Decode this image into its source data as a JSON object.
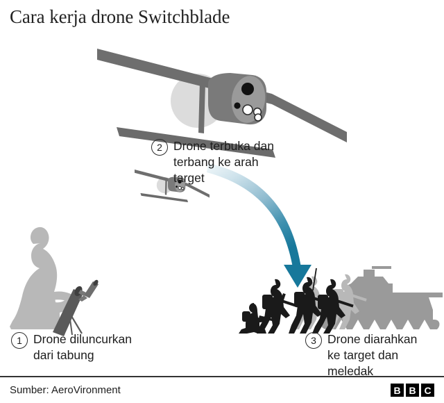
{
  "title": "Cara kerja drone Switchblade",
  "steps": [
    {
      "number": "1",
      "text": "Drone diluncurkan\ndari tabung",
      "name": "launch"
    },
    {
      "number": "2",
      "text": "Drone terbuka dan\nterbang ke arah\ntarget",
      "name": "deploy"
    },
    {
      "number": "3",
      "text": "Drone diarahkan\nke target dan\nmeledak",
      "name": "strike"
    }
  ],
  "footer": {
    "source": "Sumber: AeroVironment",
    "logo": [
      "B",
      "B",
      "C"
    ]
  },
  "colors": {
    "background": "#ffffff",
    "title_text": "#222222",
    "body_text": "#1d1d1d",
    "drone_body": "#6e6e6e",
    "drone_wing": "#686868",
    "drone_nose": "#8a8a8a",
    "propeller_disc": "#dcdcdc",
    "soldier_light": "#b8b8b8",
    "soldier_dark": "#1a1a1a",
    "tank_gray": "#9a9a9a",
    "tube_dark": "#5a5a5a",
    "arrow_teal": "#17789b",
    "arrow_pale": "#eaf3f7",
    "footer_rule": "#333333",
    "logo_box": "#000000"
  },
  "scene": {
    "drone_large_label": "switchblade-drone-wings-deployed",
    "drone_small_label": "switchblade-drone-small",
    "launcher_label": "soldier-with-launch-tube",
    "projectile_label": "launched-projectile",
    "target_label": "enemy-soldiers-and-tank",
    "arrow_label": "curved-attack-arrow"
  }
}
